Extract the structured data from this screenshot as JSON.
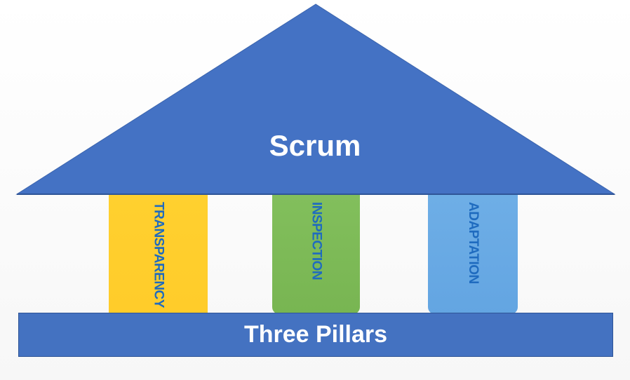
{
  "roof": {
    "title": "Scrum",
    "color": "#4472c4"
  },
  "pillars": [
    {
      "label": "TRANSPARENCY",
      "color": "#ffcd2e"
    },
    {
      "label": "INSPECTION",
      "color": "#7dbb58"
    },
    {
      "label": "ADAPTATION",
      "color": "#68aae4"
    }
  ],
  "base": {
    "title": "Three Pillars",
    "color": "#4472c4"
  },
  "label_color": "#1f6bbf"
}
